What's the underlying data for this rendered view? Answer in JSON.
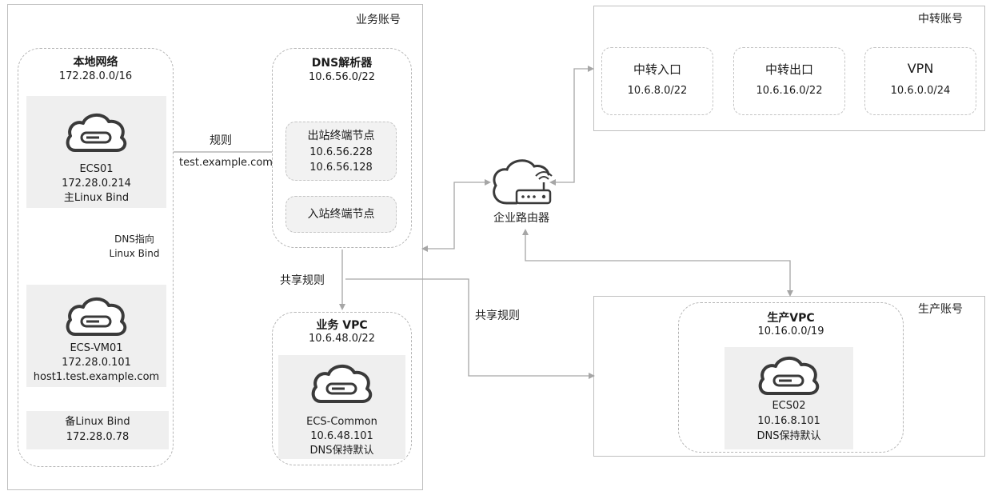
{
  "accounts": {
    "business": "业务账号",
    "transit": "中转账号",
    "production": "生产账号"
  },
  "local_network": {
    "title": "本地网络",
    "cidr": "172.28.0.0/16",
    "ecs01": {
      "name": "ECS01",
      "ip": "172.28.0.214",
      "role": "主Linux Bind"
    },
    "ecs_vm01": {
      "name": "ECS-VM01",
      "ip": "172.28.0.101",
      "host": "host1.test.example.com"
    },
    "backup": {
      "role": "备Linux Bind",
      "ip": "172.28.0.78"
    },
    "dns_points": {
      "line1": "DNS指向",
      "line2": "Linux Bind"
    }
  },
  "dns_resolver": {
    "title": "DNS解析器",
    "cidr": "10.6.56.0/22",
    "outbound": {
      "title": "出站终端节点",
      "ip1": "10.6.56.228",
      "ip2": "10.6.56.128"
    },
    "inbound": {
      "title": "入站终端节点"
    }
  },
  "rule": {
    "label": "规则",
    "domain": "test.example.com"
  },
  "business_vpc": {
    "title": "业务 VPC",
    "cidr": "10.6.48.0/22",
    "ecs": {
      "name": "ECS-Common",
      "ip": "10.6.48.101",
      "dns": "DNS保持默认"
    }
  },
  "share_rule_1": "共享规则",
  "share_rule_2": "共享规则",
  "router": {
    "label": "企业路由器"
  },
  "transit": {
    "ingress": {
      "title": "中转入口",
      "cidr": "10.6.8.0/22"
    },
    "egress": {
      "title": "中转出口",
      "cidr": "10.6.16.0/22"
    },
    "vpn": {
      "title": "VPN",
      "cidr": "10.6.0.0/24"
    }
  },
  "production_vpc": {
    "title": "生产VPC",
    "cidr": "10.16.0.0/19",
    "ecs": {
      "name": "ECS02",
      "ip": "10.16.8.101",
      "dns": "DNS保持默认"
    }
  },
  "colors": {
    "line": "#a6a6a6",
    "icon": "#3a3a3a",
    "card": "#efefef"
  }
}
